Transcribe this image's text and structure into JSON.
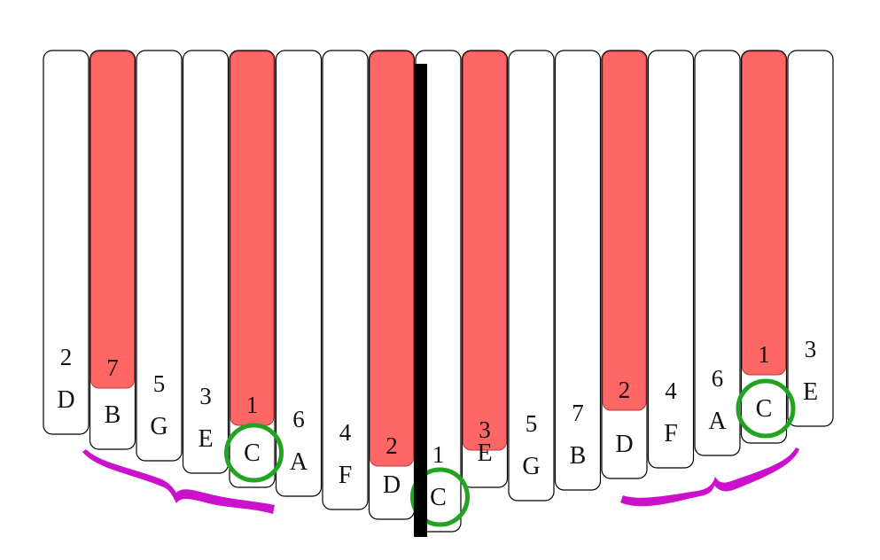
{
  "colors": {
    "tine_fill": "#ffffff",
    "tine_stroke": "#000000",
    "highlight_fill": "#ff6666",
    "highlight_stroke": "#b33a3a",
    "bridge": "#000000",
    "circle": "#22a322",
    "brace": "#cc11cc"
  },
  "tines": [
    {
      "number": "2",
      "letter": "D",
      "highlighted": false,
      "circled": false
    },
    {
      "number": "7",
      "letter": "B",
      "highlighted": true,
      "circled": false
    },
    {
      "number": "5",
      "letter": "G",
      "highlighted": false,
      "circled": false
    },
    {
      "number": "3",
      "letter": "E",
      "highlighted": false,
      "circled": false
    },
    {
      "number": "1",
      "letter": "C",
      "highlighted": true,
      "circled": true
    },
    {
      "number": "6",
      "letter": "A",
      "highlighted": false,
      "circled": false
    },
    {
      "number": "4",
      "letter": "F",
      "highlighted": false,
      "circled": false
    },
    {
      "number": "2",
      "letter": "D",
      "highlighted": true,
      "circled": false
    },
    {
      "number": "1",
      "letter": "C",
      "highlighted": false,
      "circled": true
    },
    {
      "number": "3",
      "letter": "E",
      "highlighted": true,
      "circled": false
    },
    {
      "number": "5",
      "letter": "G",
      "highlighted": false,
      "circled": false
    },
    {
      "number": "7",
      "letter": "B",
      "highlighted": false,
      "circled": false
    },
    {
      "number": "2",
      "letter": "D",
      "highlighted": true,
      "circled": false
    },
    {
      "number": "4",
      "letter": "F",
      "highlighted": false,
      "circled": false
    },
    {
      "number": "6",
      "letter": "A",
      "highlighted": false,
      "circled": false
    },
    {
      "number": "1",
      "letter": "C",
      "highlighted": true,
      "circled": true
    },
    {
      "number": "3",
      "letter": "E",
      "highlighted": false,
      "circled": false
    }
  ]
}
